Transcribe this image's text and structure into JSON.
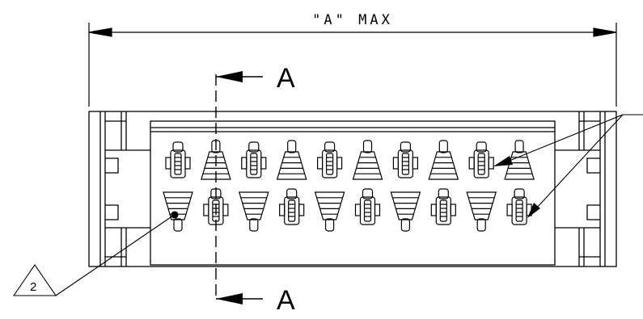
{
  "drawing": {
    "dimension_label": "\"A\" MAX",
    "section_label_top": "A",
    "section_label_bottom": "A",
    "note_number": "2",
    "line_color": "#000000",
    "background": "#ffffff"
  },
  "connector": {
    "columns": 10,
    "rows": 2,
    "top_row_pattern": [
      "keyed",
      "tapered",
      "keyed",
      "tapered",
      "keyed",
      "tapered",
      "keyed",
      "tapered",
      "keyed",
      "tapered"
    ],
    "bottom_row_pattern": [
      "tapered",
      "keyed",
      "tapered",
      "keyed",
      "tapered",
      "keyed",
      "tapered",
      "keyed",
      "tapered",
      "keyed"
    ]
  }
}
